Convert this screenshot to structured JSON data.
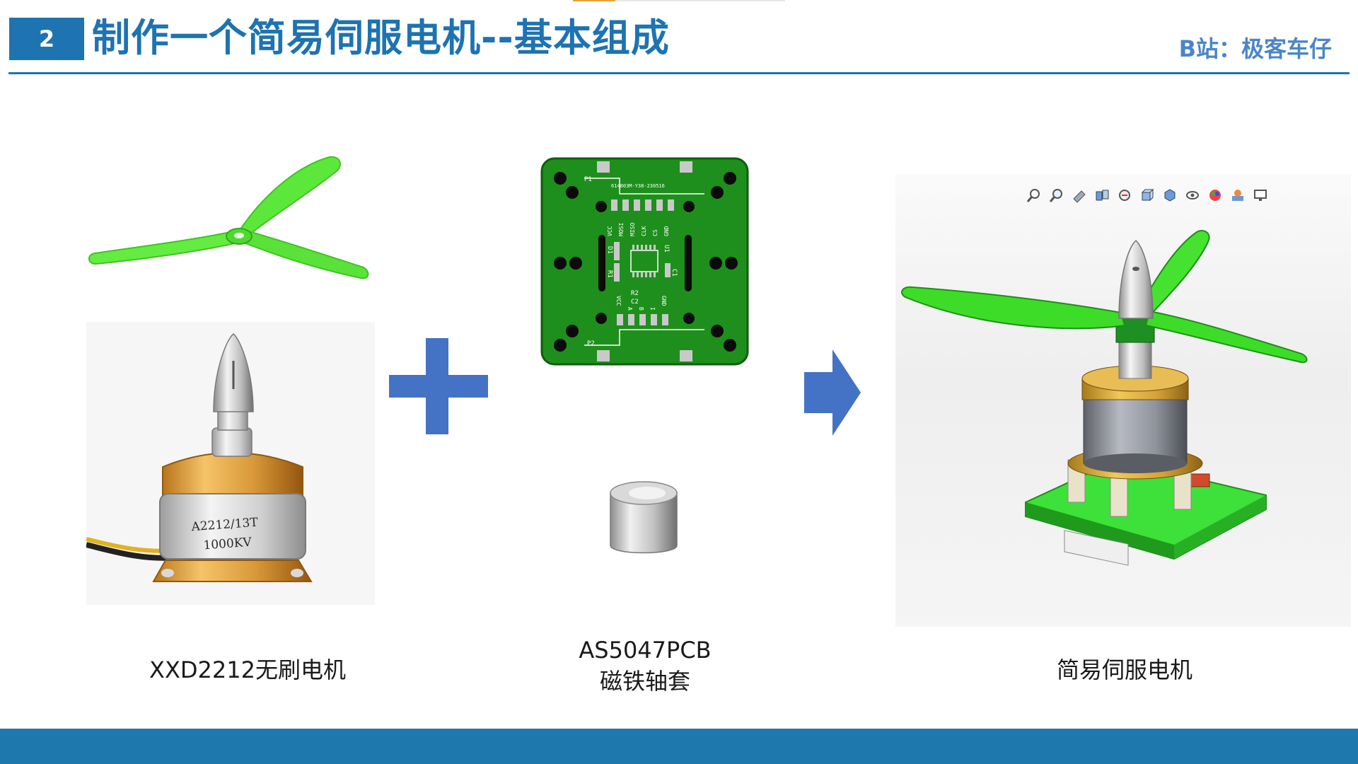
{
  "header": {
    "section_number": "2",
    "title": "制作一个简易伺服电机--基本组成",
    "brand": "B站：极客车仔"
  },
  "components": {
    "motor": {
      "caption": "XXD2212无刷电机",
      "label_line1": "A2212/13T",
      "label_line2": "1000KV"
    },
    "pcb": {
      "caption_line1": "AS5047PCB",
      "caption_line2": "磁铁轴套",
      "silk": {
        "p1": "P1",
        "p2": "P2",
        "part_code": "614803M-Y38-230516",
        "top_pins": [
          "VCC",
          "MOSI",
          "MISO",
          "CLK",
          "CS",
          "GND"
        ],
        "bottom_pins": [
          "VCC",
          "A",
          "B",
          "I",
          "GND"
        ],
        "u1": "U1",
        "c1": "C1",
        "c2": "C2",
        "r1": "R1",
        "r2": "R2",
        "d1": "D1"
      }
    },
    "result": {
      "caption": "简易伺服电机"
    }
  },
  "toolbar_icons": [
    "zoom-to-fit-icon",
    "zoom-area-icon",
    "previous-view-icon",
    "section-view-icon",
    "dynamic-annotation-icon",
    "view-orientation-icon",
    "display-style-icon",
    "hide-show-icon",
    "edit-appearance-icon",
    "apply-scene-icon",
    "view-settings-icon"
  ],
  "colors": {
    "primary_blue": "#1e73b1",
    "brand_blue": "#4a86c8",
    "arrow_blue": "#4472c4",
    "propeller_green": "#5ce83a",
    "pcb_green": "#1e8f1c",
    "footer_blue": "#1f78ad"
  }
}
